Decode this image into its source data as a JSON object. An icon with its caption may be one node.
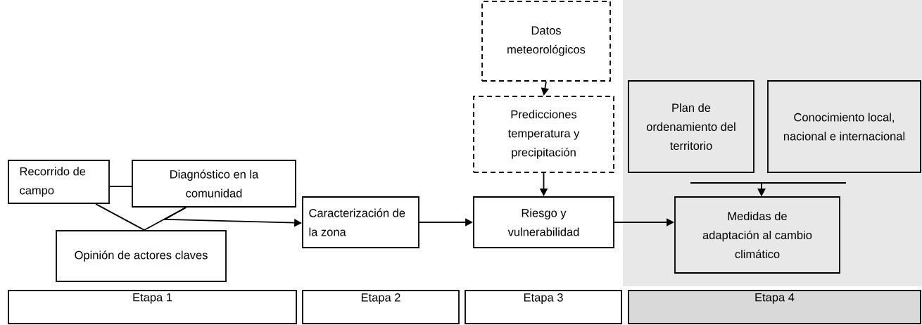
{
  "diagram": {
    "nodes": [
      {
        "text": [
          "Recorrido de campo"
        ]
      },
      {
        "text": [
          "Diagnóstico en la comunidad"
        ]
      },
      {
        "text": [
          "Opinión de actores claves"
        ]
      },
      {
        "text": [
          "Caracterización de la zona"
        ]
      },
      {
        "text": [
          "Datos meteorológicos"
        ]
      },
      {
        "text": [
          "Predicciones temperatura y precipitación"
        ]
      },
      {
        "text": [
          "Riesgo y vulnerabilidad"
        ]
      },
      {
        "text": [
          "Plan de ordenamiento del territorio"
        ]
      },
      {
        "text": [
          "Conocimiento local, nacional e internacional"
        ]
      },
      {
        "text": [
          "Medidas de adaptación al cambio climático"
        ]
      },
      {
        "text": [
          "Etapa 1"
        ]
      },
      {
        "text": [
          "Etapa 2"
        ]
      },
      {
        "text": [
          "Etapa 3"
        ]
      },
      {
        "text": [
          "Etapa 4"
        ]
      }
    ],
    "edges": [
      {
        "from": 0,
        "to": 1,
        "arrow": "none"
      },
      {
        "from": 0,
        "to": 2,
        "arrow": "none"
      },
      {
        "from": 1,
        "to": 2,
        "arrow": "none"
      },
      {
        "from": 1,
        "to": 3,
        "arrow": "to"
      },
      {
        "from": 3,
        "to": 6,
        "arrow": "to"
      },
      {
        "from": 4,
        "to": 5,
        "arrow": "to"
      },
      {
        "from": 5,
        "to": 6,
        "arrow": "to"
      },
      {
        "from": 6,
        "to": 9,
        "arrow": "to"
      },
      {
        "from": 7,
        "to": 9,
        "arrow": "to"
      },
      {
        "from": 8,
        "to": 9,
        "arrow": "to"
      }
    ]
  }
}
